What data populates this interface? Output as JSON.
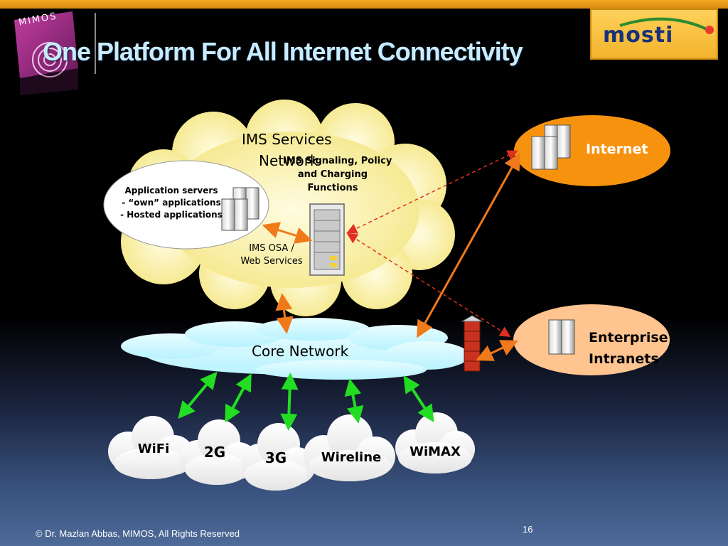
{
  "slide": {
    "title": "One Platform For All Internet Connectivity",
    "footer": "© Dr. Mazlan Abbas, MIMOS, All Rights Reserved",
    "page_number": "16"
  },
  "logos": {
    "left_text": "MIMOS",
    "right_text": "mosti"
  },
  "diagram": {
    "ims_cloud_title": [
      "IMS Services",
      "Network"
    ],
    "ims_signaling": [
      "IMS Signaling, Policy",
      "and Charging",
      "Functions"
    ],
    "app_servers": [
      "Application servers",
      "- “own” applications",
      "- Hosted applications"
    ],
    "ims_osa": [
      "IMS OSA /",
      "Web Services"
    ],
    "internet": "Internet",
    "enterprise": [
      "Enterprise",
      "Intranets"
    ],
    "core_network": "Core Network",
    "access": [
      "WiFi",
      "2G",
      "3G",
      "Wireline",
      "WiMAX"
    ]
  },
  "colors": {
    "accent_orange": "#f07a1a",
    "arrow_green": "#22dd22",
    "dashed_red": "#e03020",
    "ims_cloud": "#fdf6a6",
    "core_cloud": "#cbf8ff",
    "internet_fill": "#f7920f",
    "enterprise_fill": "#ffc490"
  }
}
